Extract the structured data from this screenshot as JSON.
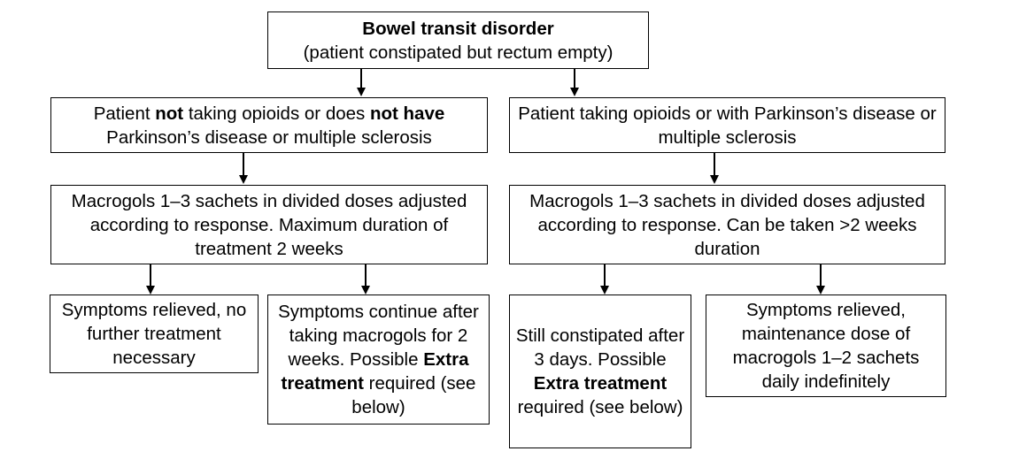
{
  "top": {
    "title": "Bowel transit disorder",
    "subtitle": "(patient constipated but rectum empty)"
  },
  "left_branch": {
    "condition": {
      "p1": "Patient ",
      "b1": "not",
      "p2": " taking opioids or does ",
      "b2": "not have",
      "p3": " Parkinson’s disease or multiple sclerosis"
    },
    "treatment": "Macrogols 1–3 sachets in divided doses adjusted according to response. Maximum duration of treatment 2 weeks",
    "relieved": "Symptoms relieved, no further treatment necessary",
    "continue": {
      "p1": "Symptoms continue after taking macrogols for 2 weeks. Possible ",
      "b1": "Extra treatment",
      "p2": " required (see below)"
    }
  },
  "right_branch": {
    "condition": "Patient taking opioids or with Parkinson’s disease or multiple sclerosis",
    "treatment": "Macrogols 1–3 sachets in divided doses adjusted according to response. Can be taken >2 weeks duration",
    "constipated": {
      "p1": "Still constipated after 3 days. Possible ",
      "b1": "Extra treatment",
      "p2": " required (see below)"
    },
    "relieved": "Symptoms relieved, maintenance dose of macrogols 1–2 sachets daily indefinitely"
  }
}
